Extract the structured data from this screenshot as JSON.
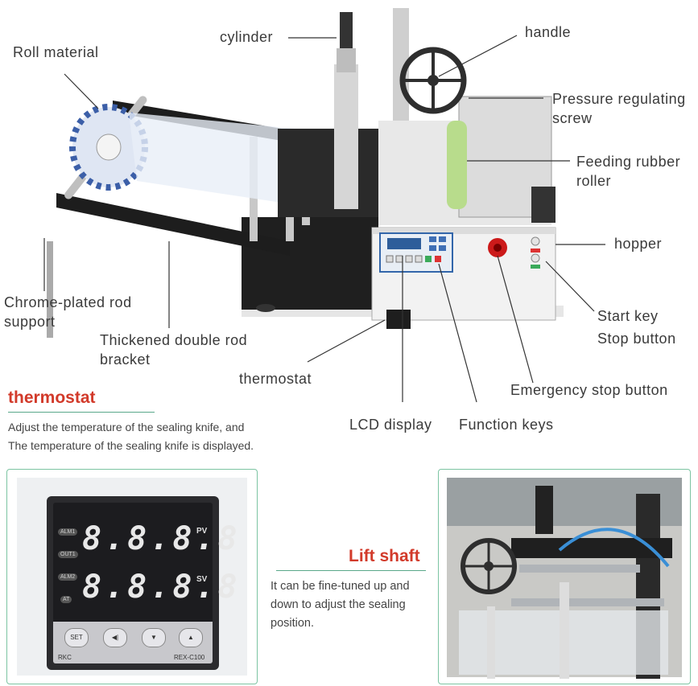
{
  "labels": {
    "cylinder": "cylinder",
    "handle": "handle",
    "roll_material": "Roll material",
    "pressure_screw": "Pressure regulating screw",
    "feeding_roller": "Feeding rubber roller",
    "hopper": "hopper",
    "chrome_rod": "Chrome-plated rod support",
    "start_key": "Start key",
    "stop_button": "Stop button",
    "double_rod": "Thickened double rod bracket",
    "thermostat": "thermostat",
    "emergency_stop": "Emergency stop button",
    "lcd_display": "LCD display",
    "function_keys": "Function keys"
  },
  "thermostat_section": {
    "title": "thermostat",
    "desc_line1": "Adjust the temperature of the sealing knife, and",
    "desc_line2": "The temperature of the sealing knife is displayed."
  },
  "controller": {
    "display_top": "8.8.8.8",
    "display_bottom": "8.8.8.8",
    "pv": "PV",
    "sv": "SV",
    "alm1": "ALM1",
    "out1": "OUT1",
    "alm2": "ALM2",
    "at": "AT",
    "set_key": "SET",
    "brand": "RKC",
    "model": "REX-C100"
  },
  "lift_section": {
    "title": "Lift shaft",
    "desc_line1": "It can be fine-tuned up and",
    "desc_line2": "down to adjust the sealing",
    "desc_line3": "position."
  },
  "colors": {
    "title_red": "#d23a2a",
    "rule_green": "#5aa88a",
    "panel_border": "#7cc4a2"
  }
}
